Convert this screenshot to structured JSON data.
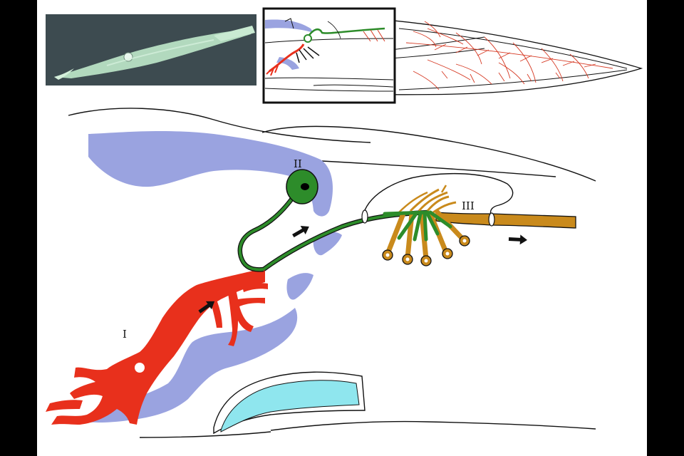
{
  "labels": {
    "cell_1": "I",
    "cell_2": "II",
    "cell_3": "III"
  },
  "colors": {
    "page_background": "#000000",
    "diagram_background": "#ffffff",
    "photo_background": "#3d4b50",
    "squid_body": "#b8e0c4",
    "first_order_neuron": "#e8301c",
    "second_order_neuron": "#2d8c2a",
    "third_order_neuron": "#c98a1c",
    "ganglion_tissue": "#9aa3e0",
    "stellate_region": "#8fe6ee",
    "outline": "#111111"
  },
  "icons": {
    "inset_photo": "squid-photo",
    "arrows": [
      "arrow-icon",
      "arrow-icon",
      "arrow-icon"
    ]
  }
}
